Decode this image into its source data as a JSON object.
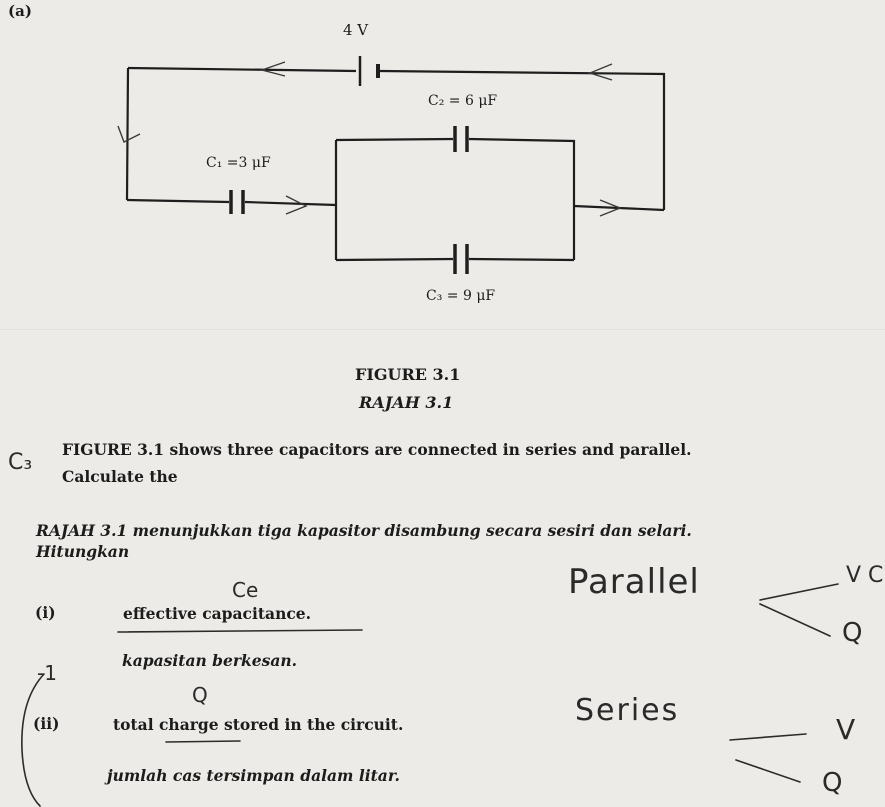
{
  "part_label": "(a)",
  "circuit": {
    "voltage_label": "4 V",
    "c1_label": "C₁ =3 μF",
    "c2_label": "C₂ = 6 μF",
    "c3_label": "C₃ = 9 μF"
  },
  "figure_caption_en": "FIGURE 3.1",
  "figure_caption_ms": "RAJAH 3.1",
  "question_en": "FIGURE 3.1 shows three capacitors are connected in series and parallel.",
  "calculate_en": "Calculate the",
  "question_ms": "RAJAH 3.1 menunjukkan tiga kapasitor disambung secara sesiri dan selari.",
  "calculate_ms": "Hitungkan",
  "items": [
    {
      "num": "(i)",
      "text_en": "effective capacitance.",
      "text_ms": "kapasitan berkesan."
    },
    {
      "num": "(ii)",
      "text_en": "total charge stored in the circuit.",
      "text_ms": "jumlah cas tersimpan dalam litar."
    }
  ],
  "handwriting": {
    "side_mark_top": "C₃",
    "ce_note": "Ce",
    "minus_one": "-1",
    "q_note": "Q",
    "parallel_note": "Parallel",
    "vc_note": "V C",
    "q_right_1": "Q",
    "series_note": "Series",
    "v_note": "V",
    "q_right_2": "Q"
  }
}
